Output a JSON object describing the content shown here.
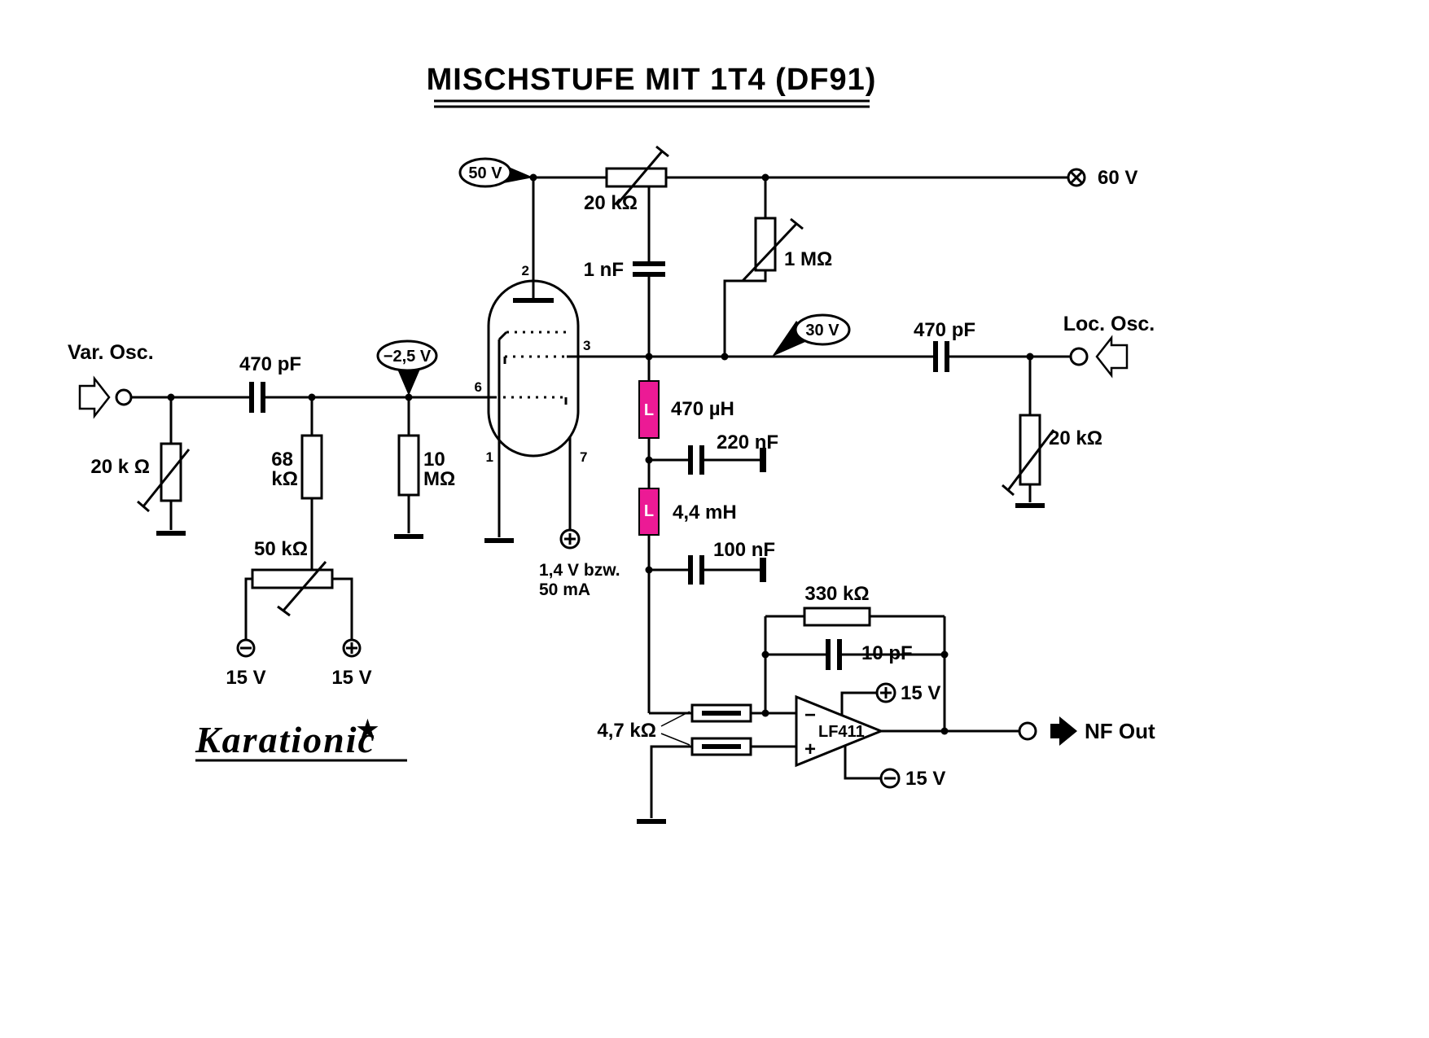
{
  "title": "MISCHSTUFE MIT 1T4 (DF91)",
  "colors": {
    "inductor_fill": "#EC1A95",
    "logo_star": "#DD0000"
  },
  "supplies": {
    "v60": "60 V",
    "v50": "50 V",
    "v30": "30 V",
    "v_minus_2_5": "−2,5 V",
    "v15_left_neg": "15 V",
    "v15_left_pos": "15 V",
    "v15_amp_pos": "15 V",
    "v15_amp_neg": "15 V",
    "heater_line1": "1,4 V bzw.",
    "heater_line2": "50 mA"
  },
  "ports": {
    "var_osc": "Var. Osc.",
    "loc_osc": "Loc. Osc.",
    "nf_out": "NF Out"
  },
  "components": {
    "r20k_top": "20 kΩ",
    "c1nf": "1 nF",
    "r1meg": "1 MΩ",
    "c470pf_right": "470 pF",
    "r20k_right": "20 kΩ",
    "c470pf_left": "470 pF",
    "r20k_left": "20 k Ω",
    "r68k_line1": "68",
    "r68k_line2": "kΩ",
    "r10meg_line1": "10",
    "r10meg_line2": "MΩ",
    "r50k": "50 kΩ",
    "l1_value": "470 µH",
    "l1_symbol": "L",
    "c220nf": "220 nF",
    "l2_value": "4,4 mH",
    "l2_symbol": "L",
    "c100nf": "100 nF",
    "r330k": "330 kΩ",
    "c10pf": "10 pF",
    "r47k": "4,7 kΩ"
  },
  "opamp": {
    "label": "LF411",
    "inverting": "−",
    "noninverting": "+"
  },
  "tube": {
    "pin1": "1",
    "pin2": "2",
    "pin3": "3",
    "pin6": "6",
    "pin7": "7"
  },
  "logo": {
    "text": "Karationic",
    "star": "★"
  }
}
